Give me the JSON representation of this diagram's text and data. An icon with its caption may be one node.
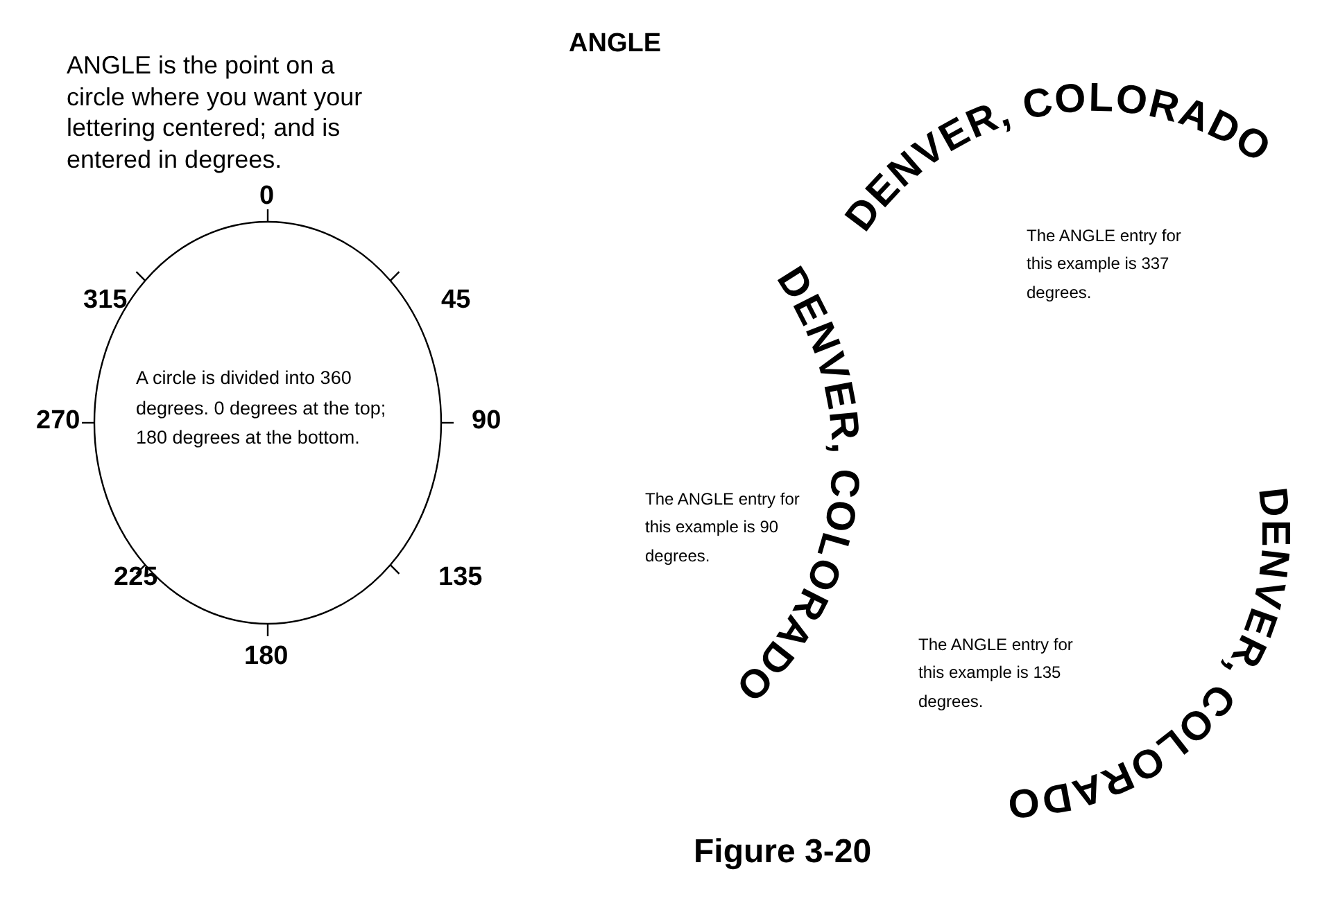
{
  "diagram": {
    "title": "ANGLE",
    "caption": "Figure 3-20",
    "nodes": [
      {
        "text": [
          "A circle is divided into 360 degrees. 0 degrees at the top; 180 degrees at the bottom."
        ]
      }
    ],
    "labels": [
      "ANGLE is the point on a circle where you want your lettering centered; and is entered in degrees.",
      "0",
      "45",
      "90",
      "135",
      "180",
      "225",
      "270",
      "315",
      "DENVER, COLORADO",
      "The ANGLE entry for this example is 337 degrees.",
      "DENVER, COLORADO",
      "The ANGLE entry for this example is 90 degrees.",
      "DENVER, COLORADO",
      "The ANGLE entry for this example is 135 degrees."
    ]
  }
}
